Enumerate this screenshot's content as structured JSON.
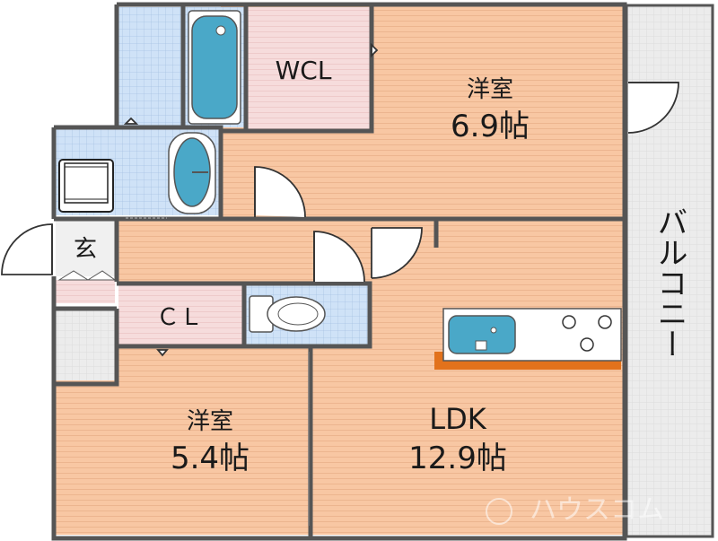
{
  "rooms": {
    "western_room_1": {
      "name": "洋室",
      "size": "6.9帖"
    },
    "wcl": {
      "name": "WCL"
    },
    "balcony": {
      "name": "バルコニー"
    },
    "entrance": {
      "name": "玄"
    },
    "cl": {
      "name": "ＣＬ"
    },
    "western_room_2": {
      "name": "洋室",
      "size": "5.4帖"
    },
    "ldk": {
      "name": "LDK",
      "size": "12.9帖"
    }
  },
  "watermark": "ハウスコム",
  "colors": {
    "wall": "#555555",
    "floor_wood": "#f8c7a3",
    "floor_wood_lines": "#ebb38d",
    "closet": "#f4dcdc",
    "tile": "#c9def5",
    "tile_grid": "#a9c4e4",
    "balcony": "#e9e9e9",
    "fixture_blue": "#4aa8c8",
    "counter_orange": "#e2721c"
  }
}
